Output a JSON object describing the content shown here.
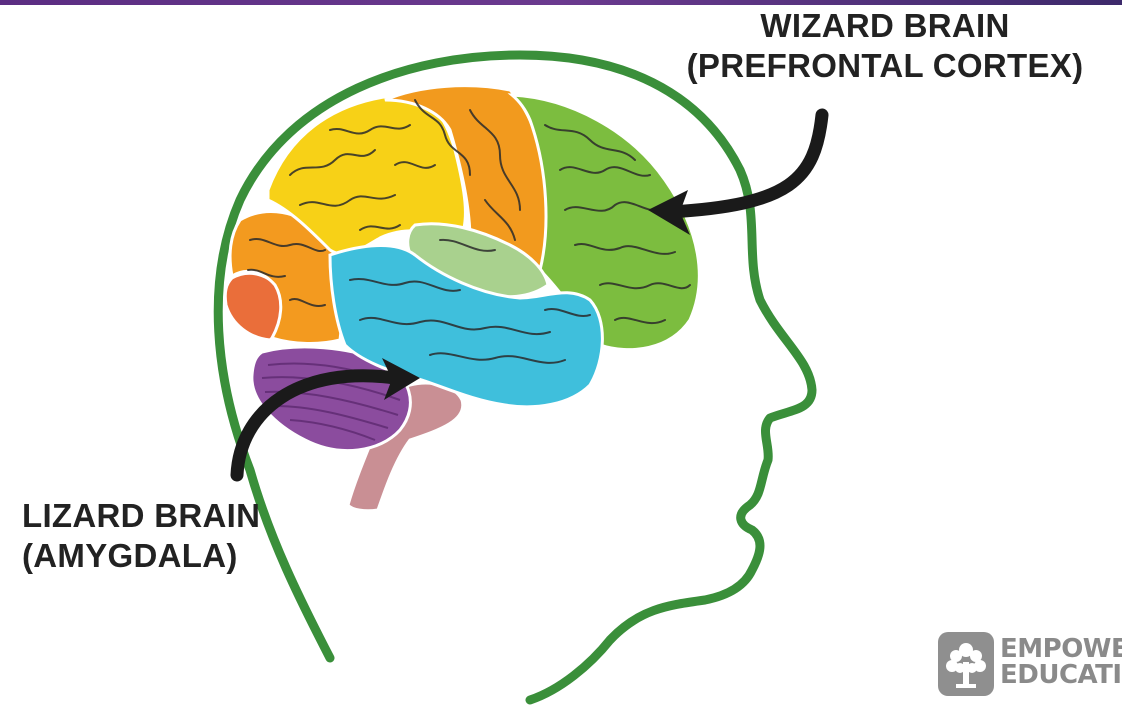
{
  "labels": {
    "wizard_line1": "WIZARD BRAIN",
    "wizard_line2": "(PREFRONTAL CORTEX)",
    "lizard_line1": "LIZARD BRAIN",
    "lizard_line2": "(AMYGDALA)"
  },
  "logo": {
    "line1": "EMPOWER",
    "line2": "EDUCATION"
  },
  "colors": {
    "head_outline": "#3a8f3a",
    "prefrontal": "#7cbd3f",
    "frontal_orange": "#f29a1e",
    "parietal_yellow": "#f7d117",
    "occipital_orange": "#f39a1f",
    "occipital_red": "#ea6e3a",
    "temporal_blue": "#3fbfdc",
    "limbic_light_green": "#a9d18e",
    "cerebellum_purple": "#8b4c9e",
    "brainstem_pink": "#c98f94",
    "arrow": "#1a1a1a",
    "top_bar": "#5b2d82"
  }
}
